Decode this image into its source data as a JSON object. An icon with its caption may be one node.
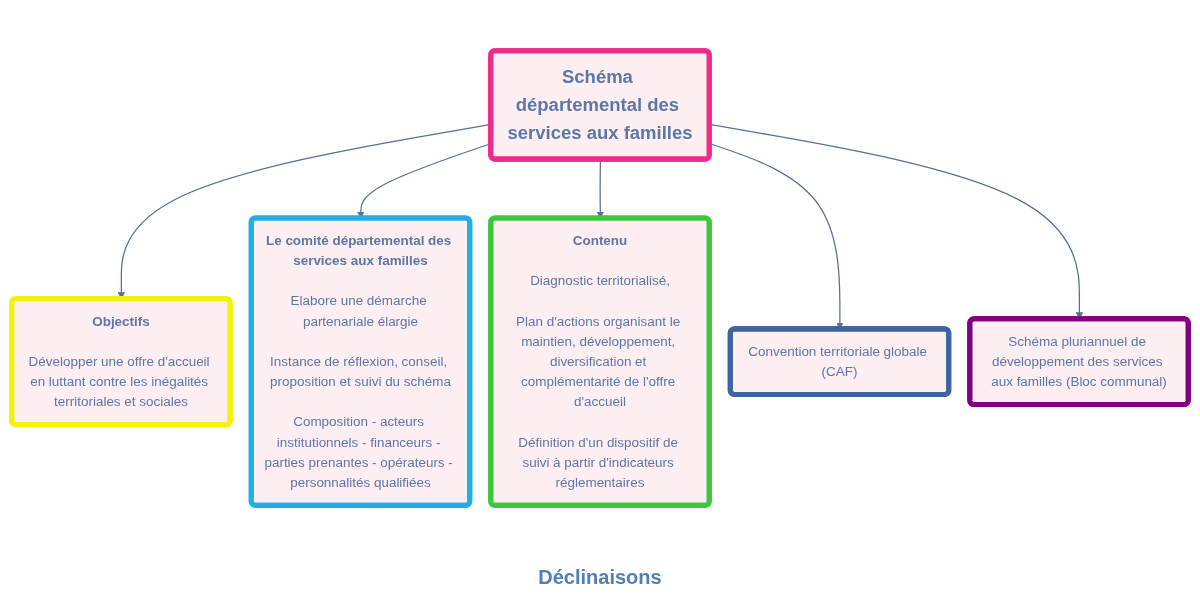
{
  "diagram": {
    "nodes": [
      {
        "text": [
          "Objectifs",
          "Développer une offre d'accueil en luttant contre les inégalités territoriales et sociales"
        ]
      },
      {
        "text": [
          "Le comité départemental des services aux familles",
          "Elabore une démarche partenariale élargie",
          "Instance de réflexion, conseil, proposition et suivi du schéma",
          "Composition - acteurs institutionnels - financeurs - parties prenantes - opérateurs - personnalités qualifiées"
        ]
      },
      {
        "text": [
          "Contenu",
          "Diagnostic territorialisé,",
          "Plan d'actions organisant le maintien, développement, diversification et complémentarité de l'offre d'accueil",
          "Définition d'un dispositif de suivi à partir d'indicateurs réglementaires"
        ]
      },
      {
        "text": [
          "Schéma départemental des services aux familles"
        ]
      },
      {
        "text": [
          "Convention territoriale globale (CAF)"
        ]
      },
      {
        "text": [
          "Schéma pluriannuel de développement des services aux familles (Bloc communal)"
        ]
      }
    ],
    "edges": [
      {
        "from": 3,
        "to": 0,
        "arrow": "to"
      },
      {
        "from": 3,
        "to": 1,
        "arrow": "to"
      },
      {
        "from": 3,
        "to": 2,
        "arrow": "to"
      },
      {
        "from": 3,
        "to": 4,
        "arrow": "to"
      },
      {
        "from": 3,
        "to": 5,
        "arrow": "to"
      }
    ],
    "labels": [
      "Déclinaisons"
    ]
  }
}
